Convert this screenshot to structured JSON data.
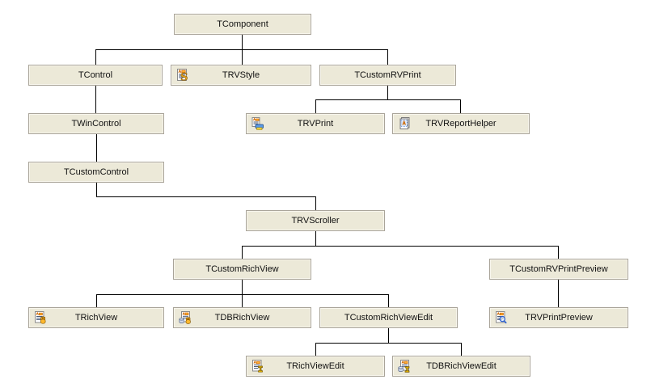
{
  "diagram": {
    "type": "class-inheritance-tree",
    "colors": {
      "background": "#ffffff",
      "box_fill": "#ece9d8",
      "box_border": "#a9a499",
      "connector": "#000000",
      "label_text": "#111111",
      "icon_accent_orange": "#cc6600",
      "icon_accent_gold": "#e0a122",
      "icon_accent_blue": "#2a5fd0"
    },
    "nodes": [
      {
        "label": "TComponent",
        "icon": null
      },
      {
        "label": "TControl",
        "icon": null
      },
      {
        "label": "TRVStyle",
        "icon": "style-s-doc-icon"
      },
      {
        "label": "TCustomRVPrint",
        "icon": null
      },
      {
        "label": "TWinControl",
        "icon": null
      },
      {
        "label": "TRVPrint",
        "icon": "doc-printer-icon"
      },
      {
        "label": "TRVReportHelper",
        "icon": "report-pages-icon"
      },
      {
        "label": "TCustomControl",
        "icon": null
      },
      {
        "label": "TRVScroller",
        "icon": null
      },
      {
        "label": "TCustomRichView",
        "icon": null
      },
      {
        "label": "TCustomRVPrintPreview",
        "icon": null
      },
      {
        "label": "TRichView",
        "icon": "doc-hand-icon"
      },
      {
        "label": "TDBRichView",
        "icon": "db-doc-hand-icon"
      },
      {
        "label": "TCustomRichViewEdit",
        "icon": null
      },
      {
        "label": "TRVPrintPreview",
        "icon": "doc-magnifier-icon"
      },
      {
        "label": "TRichViewEdit",
        "icon": "doc-ibeam-icon"
      },
      {
        "label": "TDBRichViewEdit",
        "icon": "db-doc-ibeam-icon"
      }
    ]
  }
}
